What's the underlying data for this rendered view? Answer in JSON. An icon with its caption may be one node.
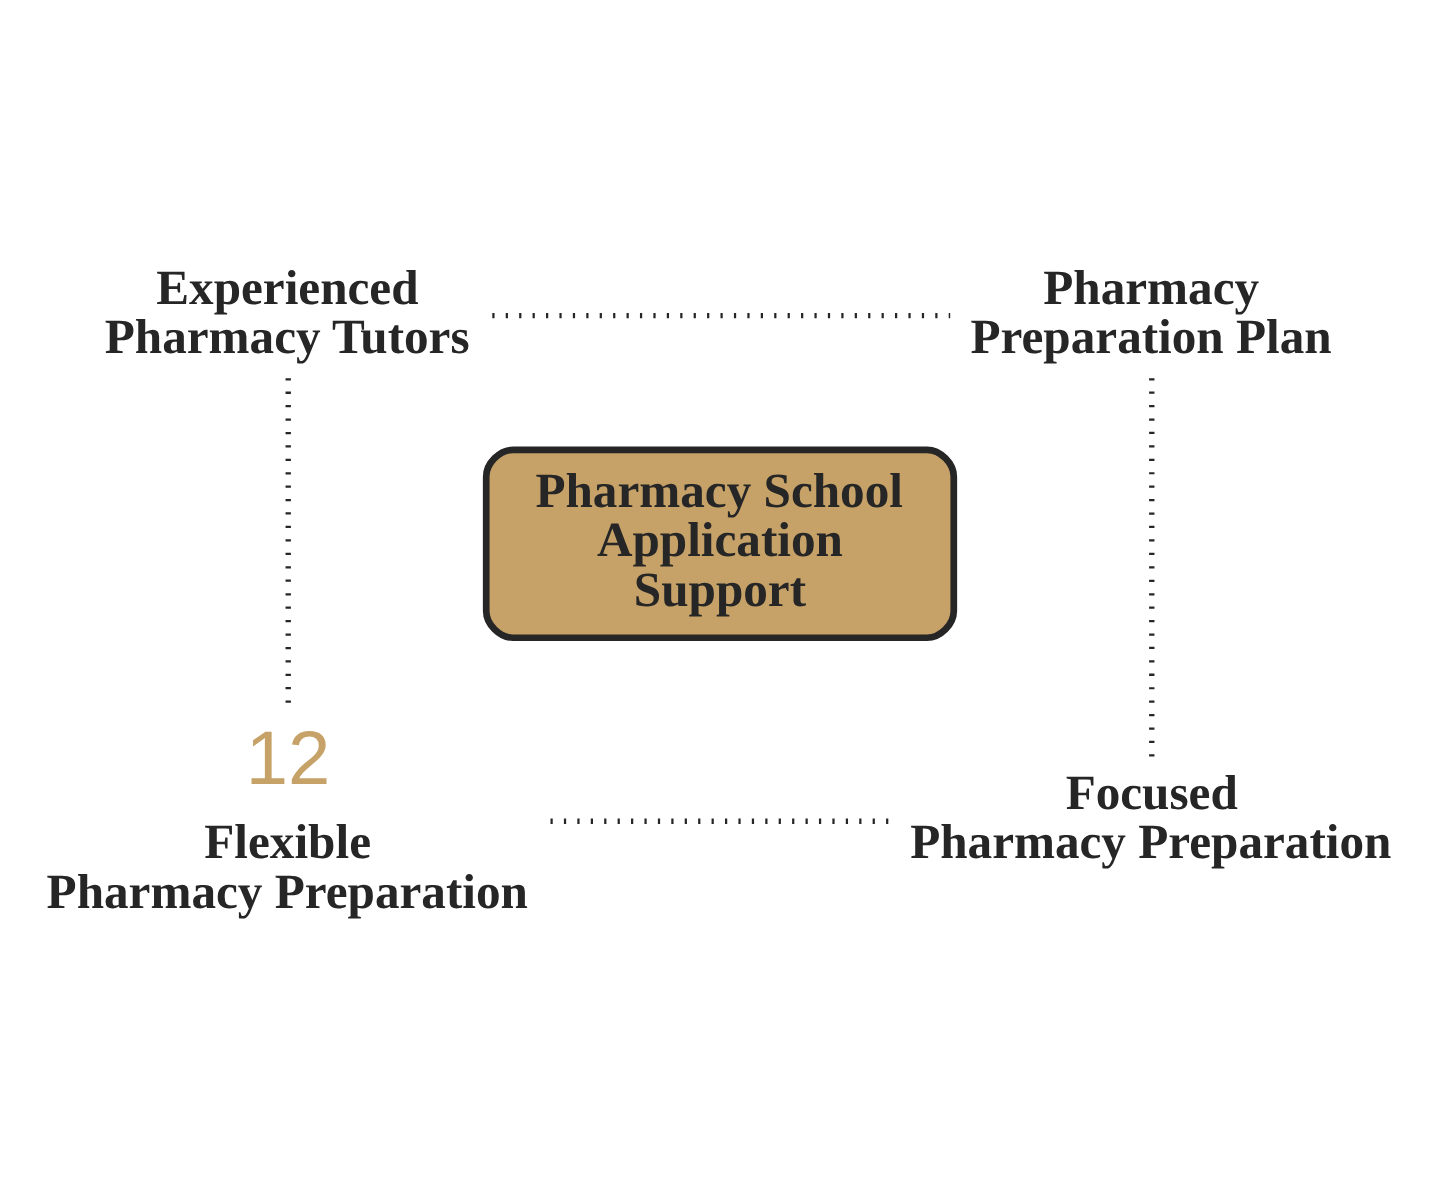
{
  "diagram": {
    "nodes": [
      {
        "text": [
          "Experienced Pharmacy Tutors"
        ]
      },
      {
        "text": [
          "Pharmacy Preparation Plan"
        ]
      },
      {
        "text": [
          "Pharmacy School Application Support"
        ]
      },
      {
        "text": [
          "12",
          "Flexible Pharmacy Preparation"
        ]
      },
      {
        "text": [
          "Focused Pharmacy Preparation"
        ]
      }
    ],
    "edges": [
      {
        "from": 0,
        "to": 1,
        "arrow": "none"
      },
      {
        "from": 1,
        "to": 4,
        "arrow": "none"
      },
      {
        "from": 3,
        "to": 4,
        "arrow": "none"
      },
      {
        "from": 0,
        "to": 3,
        "arrow": "none"
      }
    ]
  }
}
